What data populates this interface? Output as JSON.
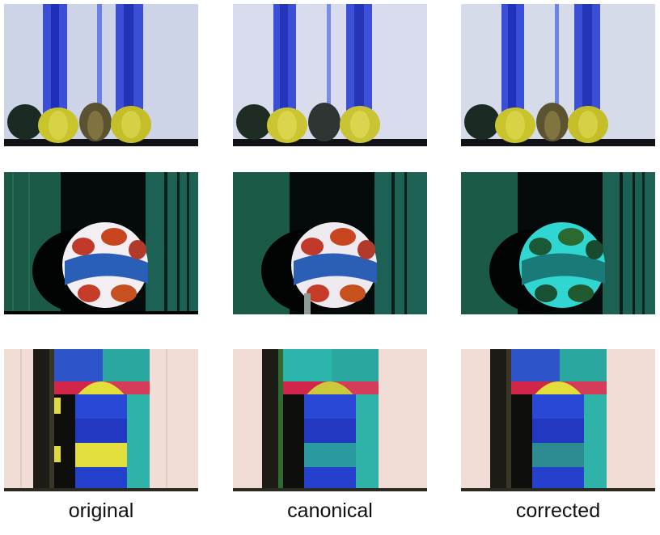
{
  "columns": [
    {
      "label": "original"
    },
    {
      "label": "canonical"
    },
    {
      "label": "corrected"
    }
  ],
  "rows": [
    {
      "scene": "apples-and-pear-on-table-with-blue-stripes"
    },
    {
      "scene": "patterned-ball-with-shadow-on-green-stripes"
    },
    {
      "scene": "colored-toy-block-arches"
    }
  ]
}
